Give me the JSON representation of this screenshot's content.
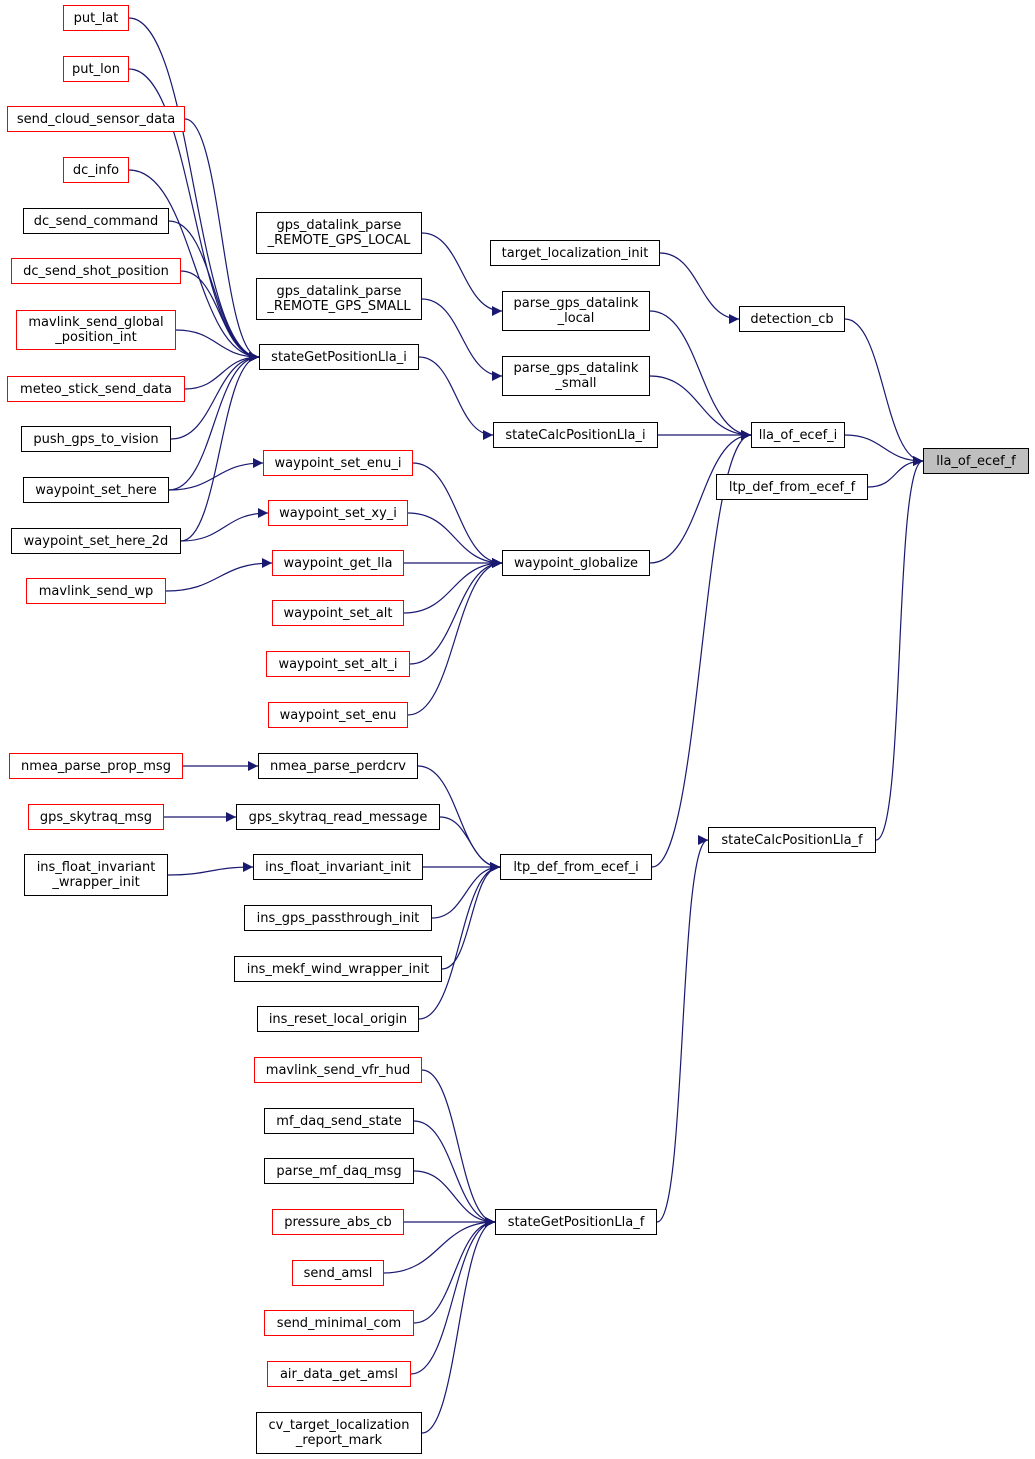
{
  "colors": {
    "edge": "#191970",
    "border_default": "#000000",
    "border_external": "#ff0000",
    "root_fill": "#bfbfbf"
  },
  "nodes": [
    {
      "id": "lla_of_ecef_f",
      "label": "lla_of_ecef_f",
      "style": "root"
    },
    {
      "id": "detection_cb",
      "label": "detection_cb",
      "style": "black"
    },
    {
      "id": "lla_of_ecef_i",
      "label": "lla_of_ecef_i",
      "style": "black"
    },
    {
      "id": "ltp_def_from_ecef_f",
      "label": "ltp_def_from_ecef_f",
      "style": "black"
    },
    {
      "id": "stateCalcPositionLla_f",
      "label": "stateCalcPositionLla_f",
      "style": "black"
    },
    {
      "id": "target_localization_init",
      "label": "target_localization_init",
      "style": "black"
    },
    {
      "id": "parse_gps_datalink_local",
      "label": "parse_gps_datalink\n_local",
      "style": "black"
    },
    {
      "id": "parse_gps_datalink_small",
      "label": "parse_gps_datalink\n_small",
      "style": "black"
    },
    {
      "id": "stateCalcPositionLla_i",
      "label": "stateCalcPositionLla_i",
      "style": "black"
    },
    {
      "id": "waypoint_globalize",
      "label": "waypoint_globalize",
      "style": "black"
    },
    {
      "id": "ltp_def_from_ecef_i",
      "label": "ltp_def_from_ecef_i",
      "style": "black"
    },
    {
      "id": "stateGetPositionLla_f",
      "label": "stateGetPositionLla_f",
      "style": "black"
    },
    {
      "id": "gps_datalink_parse_REMOTE_GPS_LOCAL",
      "label": "gps_datalink_parse\n_REMOTE_GPS_LOCAL",
      "style": "black"
    },
    {
      "id": "gps_datalink_parse_REMOTE_GPS_SMALL",
      "label": "gps_datalink_parse\n_REMOTE_GPS_SMALL",
      "style": "black"
    },
    {
      "id": "stateGetPositionLla_i",
      "label": "stateGetPositionLla_i",
      "style": "black"
    },
    {
      "id": "waypoint_set_enu_i",
      "label": "waypoint_set_enu_i",
      "style": "red"
    },
    {
      "id": "waypoint_set_xy_i",
      "label": "waypoint_set_xy_i",
      "style": "red"
    },
    {
      "id": "waypoint_get_lla",
      "label": "waypoint_get_lla",
      "style": "red"
    },
    {
      "id": "waypoint_set_alt",
      "label": "waypoint_set_alt",
      "style": "red"
    },
    {
      "id": "waypoint_set_alt_i",
      "label": "waypoint_set_alt_i",
      "style": "red"
    },
    {
      "id": "waypoint_set_enu",
      "label": "waypoint_set_enu",
      "style": "red"
    },
    {
      "id": "nmea_parse_perdcrv",
      "label": "nmea_parse_perdcrv",
      "style": "black"
    },
    {
      "id": "gps_skytraq_read_message",
      "label": "gps_skytraq_read_message",
      "style": "black"
    },
    {
      "id": "ins_float_invariant_init",
      "label": "ins_float_invariant_init",
      "style": "black"
    },
    {
      "id": "ins_gps_passthrough_init",
      "label": "ins_gps_passthrough_init",
      "style": "black"
    },
    {
      "id": "ins_mekf_wind_wrapper_init",
      "label": "ins_mekf_wind_wrapper_init",
      "style": "black"
    },
    {
      "id": "ins_reset_local_origin",
      "label": "ins_reset_local_origin",
      "style": "black"
    },
    {
      "id": "mavlink_send_vfr_hud",
      "label": "mavlink_send_vfr_hud",
      "style": "red"
    },
    {
      "id": "mf_daq_send_state",
      "label": "mf_daq_send_state",
      "style": "black"
    },
    {
      "id": "parse_mf_daq_msg",
      "label": "parse_mf_daq_msg",
      "style": "black"
    },
    {
      "id": "pressure_abs_cb",
      "label": "pressure_abs_cb",
      "style": "red"
    },
    {
      "id": "send_amsl",
      "label": "send_amsl",
      "style": "red"
    },
    {
      "id": "send_minimal_com",
      "label": "send_minimal_com",
      "style": "red"
    },
    {
      "id": "air_data_get_amsl",
      "label": "air_data_get_amsl",
      "style": "red"
    },
    {
      "id": "cv_target_localization_report_mark",
      "label": "cv_target_localization\n_report_mark",
      "style": "black"
    },
    {
      "id": "put_lat",
      "label": "put_lat",
      "style": "red"
    },
    {
      "id": "put_lon",
      "label": "put_lon",
      "style": "red"
    },
    {
      "id": "send_cloud_sensor_data",
      "label": "send_cloud_sensor_data",
      "style": "red"
    },
    {
      "id": "dc_info",
      "label": "dc_info",
      "style": "red"
    },
    {
      "id": "dc_send_command",
      "label": "dc_send_command",
      "style": "black"
    },
    {
      "id": "dc_send_shot_position",
      "label": "dc_send_shot_position",
      "style": "red"
    },
    {
      "id": "mavlink_send_global_position_int",
      "label": "mavlink_send_global\n_position_int",
      "style": "red"
    },
    {
      "id": "meteo_stick_send_data",
      "label": "meteo_stick_send_data",
      "style": "red"
    },
    {
      "id": "push_gps_to_vision",
      "label": "push_gps_to_vision",
      "style": "black"
    },
    {
      "id": "waypoint_set_here",
      "label": "waypoint_set_here",
      "style": "black"
    },
    {
      "id": "waypoint_set_here_2d",
      "label": "waypoint_set_here_2d",
      "style": "black"
    },
    {
      "id": "mavlink_send_wp",
      "label": "mavlink_send_wp",
      "style": "red"
    },
    {
      "id": "nmea_parse_prop_msg",
      "label": "nmea_parse_prop_msg",
      "style": "red"
    },
    {
      "id": "gps_skytraq_msg",
      "label": "gps_skytraq_msg",
      "style": "red"
    },
    {
      "id": "ins_float_invariant_wrapper_init",
      "label": "ins_float_invariant\n_wrapper_init",
      "style": "black"
    }
  ],
  "edges": [
    {
      "from": "detection_cb",
      "to": "lla_of_ecef_f"
    },
    {
      "from": "lla_of_ecef_i",
      "to": "lla_of_ecef_f"
    },
    {
      "from": "ltp_def_from_ecef_f",
      "to": "lla_of_ecef_f"
    },
    {
      "from": "stateCalcPositionLla_f",
      "to": "lla_of_ecef_f"
    },
    {
      "from": "target_localization_init",
      "to": "detection_cb"
    },
    {
      "from": "parse_gps_datalink_local",
      "to": "lla_of_ecef_i"
    },
    {
      "from": "parse_gps_datalink_small",
      "to": "lla_of_ecef_i"
    },
    {
      "from": "stateCalcPositionLla_i",
      "to": "lla_of_ecef_i"
    },
    {
      "from": "waypoint_globalize",
      "to": "lla_of_ecef_i"
    },
    {
      "from": "ltp_def_from_ecef_i",
      "to": "lla_of_ecef_i"
    },
    {
      "from": "stateGetPositionLla_f",
      "to": "stateCalcPositionLla_f"
    },
    {
      "from": "gps_datalink_parse_REMOTE_GPS_LOCAL",
      "to": "parse_gps_datalink_local"
    },
    {
      "from": "gps_datalink_parse_REMOTE_GPS_SMALL",
      "to": "parse_gps_datalink_small"
    },
    {
      "from": "stateGetPositionLla_i",
      "to": "stateCalcPositionLla_i"
    },
    {
      "from": "waypoint_set_enu_i",
      "to": "waypoint_globalize"
    },
    {
      "from": "waypoint_set_xy_i",
      "to": "waypoint_globalize"
    },
    {
      "from": "waypoint_get_lla",
      "to": "waypoint_globalize"
    },
    {
      "from": "waypoint_set_alt",
      "to": "waypoint_globalize"
    },
    {
      "from": "waypoint_set_alt_i",
      "to": "waypoint_globalize"
    },
    {
      "from": "waypoint_set_enu",
      "to": "waypoint_globalize"
    },
    {
      "from": "nmea_parse_perdcrv",
      "to": "ltp_def_from_ecef_i"
    },
    {
      "from": "gps_skytraq_read_message",
      "to": "ltp_def_from_ecef_i"
    },
    {
      "from": "ins_float_invariant_init",
      "to": "ltp_def_from_ecef_i"
    },
    {
      "from": "ins_gps_passthrough_init",
      "to": "ltp_def_from_ecef_i"
    },
    {
      "from": "ins_mekf_wind_wrapper_init",
      "to": "ltp_def_from_ecef_i"
    },
    {
      "from": "ins_reset_local_origin",
      "to": "ltp_def_from_ecef_i"
    },
    {
      "from": "mavlink_send_vfr_hud",
      "to": "stateGetPositionLla_f"
    },
    {
      "from": "mf_daq_send_state",
      "to": "stateGetPositionLla_f"
    },
    {
      "from": "parse_mf_daq_msg",
      "to": "stateGetPositionLla_f"
    },
    {
      "from": "pressure_abs_cb",
      "to": "stateGetPositionLla_f"
    },
    {
      "from": "send_amsl",
      "to": "stateGetPositionLla_f"
    },
    {
      "from": "send_minimal_com",
      "to": "stateGetPositionLla_f"
    },
    {
      "from": "air_data_get_amsl",
      "to": "stateGetPositionLla_f"
    },
    {
      "from": "cv_target_localization_report_mark",
      "to": "stateGetPositionLla_f"
    },
    {
      "from": "put_lat",
      "to": "stateGetPositionLla_i"
    },
    {
      "from": "put_lon",
      "to": "stateGetPositionLla_i"
    },
    {
      "from": "send_cloud_sensor_data",
      "to": "stateGetPositionLla_i"
    },
    {
      "from": "dc_info",
      "to": "stateGetPositionLla_i"
    },
    {
      "from": "dc_send_command",
      "to": "stateGetPositionLla_i"
    },
    {
      "from": "dc_send_shot_position",
      "to": "stateGetPositionLla_i"
    },
    {
      "from": "mavlink_send_global_position_int",
      "to": "stateGetPositionLla_i"
    },
    {
      "from": "meteo_stick_send_data",
      "to": "stateGetPositionLla_i"
    },
    {
      "from": "push_gps_to_vision",
      "to": "stateGetPositionLla_i"
    },
    {
      "from": "waypoint_set_here",
      "to": "stateGetPositionLla_i"
    },
    {
      "from": "waypoint_set_here_2d",
      "to": "stateGetPositionLla_i"
    },
    {
      "from": "waypoint_set_here",
      "to": "waypoint_set_enu_i"
    },
    {
      "from": "waypoint_set_here_2d",
      "to": "waypoint_set_xy_i"
    },
    {
      "from": "mavlink_send_wp",
      "to": "waypoint_get_lla"
    },
    {
      "from": "nmea_parse_prop_msg",
      "to": "nmea_parse_perdcrv"
    },
    {
      "from": "gps_skytraq_msg",
      "to": "gps_skytraq_read_message"
    },
    {
      "from": "ins_float_invariant_wrapper_init",
      "to": "ins_float_invariant_init"
    }
  ]
}
